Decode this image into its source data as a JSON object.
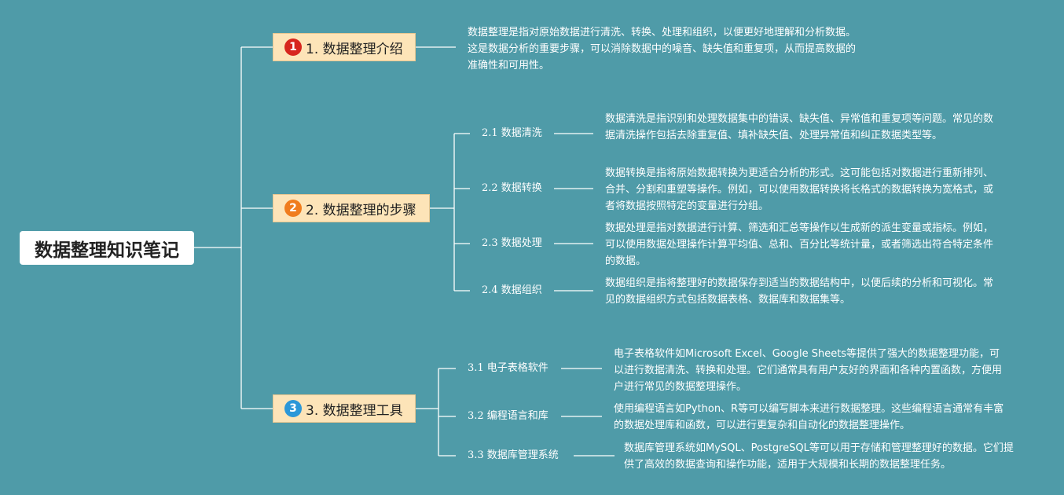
{
  "root": {
    "label": "数据整理知识笔记"
  },
  "colors": {
    "background": "#4f9ba8",
    "connector": "#ffffff",
    "main_node_fill": "#fde4b8",
    "badge_1": "#d7261e",
    "badge_2": "#f07c1d",
    "badge_3": "#2c97d8"
  },
  "sections": [
    {
      "number": "1",
      "label": "1. 数据整理介绍",
      "description": "数据整理是指对原始数据进行清洗、转换、处理和组织，以便更好地理解和分析数据。这是数据分析的重要步骤，可以消除数据中的噪音、缺失值和重复项，从而提高数据的准确性和可用性。",
      "subtopics": []
    },
    {
      "number": "2",
      "label": "2. 数据整理的步骤",
      "description": "",
      "subtopics": [
        {
          "label": "2.1 数据清洗",
          "description": "数据清洗是指识别和处理数据集中的错误、缺失值、异常值和重复项等问题。常见的数据清洗操作包括去除重复值、填补缺失值、处理异常值和纠正数据类型等。"
        },
        {
          "label": "2.2 数据转换",
          "description": "数据转换是指将原始数据转换为更适合分析的形式。这可能包括对数据进行重新排列、合并、分割和重塑等操作。例如，可以使用数据转换将长格式的数据转换为宽格式，或者将数据按照特定的变量进行分组。"
        },
        {
          "label": "2.3 数据处理",
          "description": "数据处理是指对数据进行计算、筛选和汇总等操作以生成新的派生变量或指标。例如，可以使用数据处理操作计算平均值、总和、百分比等统计量，或者筛选出符合特定条件的数据。"
        },
        {
          "label": "2.4 数据组织",
          "description": "数据组织是指将整理好的数据保存到适当的数据结构中，以便后续的分析和可视化。常见的数据组织方式包括数据表格、数据库和数据集等。"
        }
      ]
    },
    {
      "number": "3",
      "label": "3. 数据整理工具",
      "description": "",
      "subtopics": [
        {
          "label": "3.1 电子表格软件",
          "description": "电子表格软件如Microsoft Excel、Google Sheets等提供了强大的数据整理功能，可以进行数据清洗、转换和处理。它们通常具有用户友好的界面和各种内置函数，方便用户进行常见的数据整理操作。"
        },
        {
          "label": "3.2 编程语言和库",
          "description": "使用编程语言如Python、R等可以编写脚本来进行数据整理。这些编程语言通常有丰富的数据处理库和函数，可以进行更复杂和自动化的数据整理操作。"
        },
        {
          "label": "3.3 数据库管理系统",
          "description": "数据库管理系统如MySQL、PostgreSQL等可以用于存储和管理整理好的数据。它们提供了高效的数据查询和操作功能，适用于大规模和长期的数据整理任务。"
        }
      ]
    }
  ]
}
